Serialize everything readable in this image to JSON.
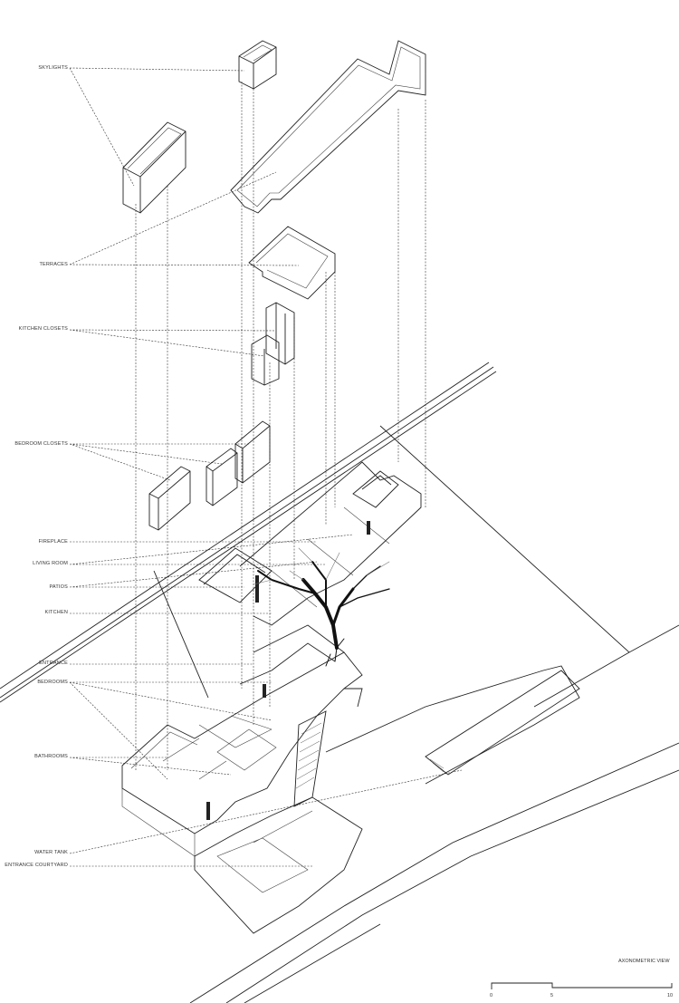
{
  "title": "AXONOMETRIC VIEW",
  "labels": [
    {
      "id": "skylights",
      "text": "SKYLIGHTS"
    },
    {
      "id": "terraces",
      "text": "TERRACES"
    },
    {
      "id": "kitchen-closets",
      "text": "KITCHEN CLOSETS"
    },
    {
      "id": "bedroom-closets",
      "text": "BEDROOM CLOSETS"
    },
    {
      "id": "fireplace",
      "text": "FIREPLACE"
    },
    {
      "id": "living-room",
      "text": "LIVING ROOM"
    },
    {
      "id": "patios",
      "text": "PATIOS"
    },
    {
      "id": "kitchen",
      "text": "KITCHEN"
    },
    {
      "id": "entrance",
      "text": "ENTRANCE"
    },
    {
      "id": "bedrooms",
      "text": "BEDROOMS"
    },
    {
      "id": "bathrooms",
      "text": "BATHROOMS"
    },
    {
      "id": "water-tank",
      "text": "WATER TANK"
    },
    {
      "id": "entrance-courtyard",
      "text": "ENTRANCE COURTYARD"
    }
  ],
  "scale_bar": {
    "ticks": [
      "0",
      "5",
      "10"
    ]
  },
  "colors": {
    "line": "#222222",
    "background": "#ffffff"
  }
}
